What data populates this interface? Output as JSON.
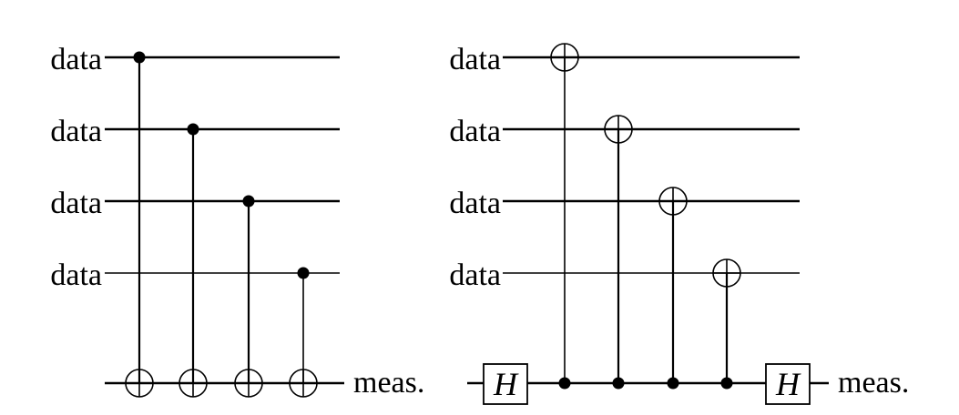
{
  "circuits": [
    {
      "data_labels": [
        "data",
        "data",
        "data",
        "data"
      ],
      "output_label": "meas.",
      "gates": []
    },
    {
      "data_labels": [
        "data",
        "data",
        "data",
        "data"
      ],
      "output_label": "meas.",
      "gates": [
        "H",
        "H"
      ]
    }
  ]
}
